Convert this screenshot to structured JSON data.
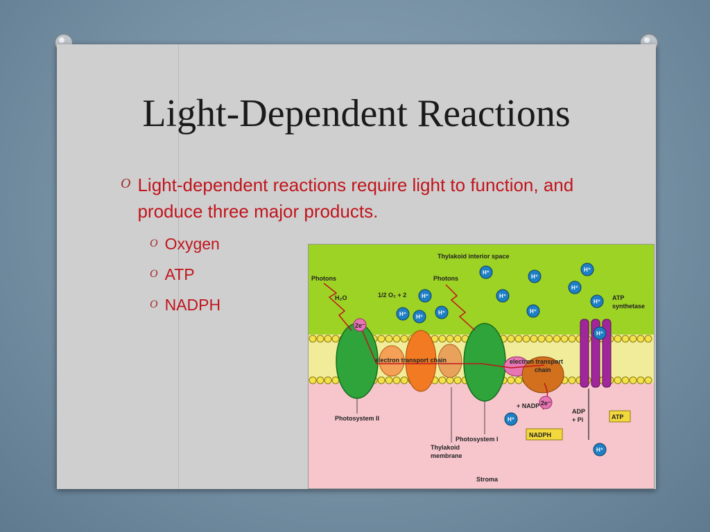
{
  "slide": {
    "title": "Light-Dependent Reactions",
    "bullets": [
      {
        "marker": "O",
        "text": "Light-dependent reactions require light to function, and produce three major products.",
        "sub": [
          {
            "marker": "O",
            "text": "Oxygen"
          },
          {
            "marker": "O",
            "text": "ATP"
          },
          {
            "marker": "O",
            "text": "NADPH"
          }
        ]
      }
    ]
  },
  "diagram": {
    "interior_label": "Thylakoid interior space",
    "photons_left": "Photons",
    "photons_right": "Photons",
    "h2o": "H₂O",
    "o2": "1/2 O₂ + 2",
    "hplus": "H⁺",
    "two_e": "2e⁻",
    "etc_left": "electron transport chain",
    "etc_right_1": "electron transport",
    "etc_right_2": "chain",
    "atp_synthetase_1": "ATP",
    "atp_synthetase_2": "synthetase",
    "nadp": "+ NADP",
    "adp": "ADP",
    "pi": "+ Pi",
    "atp": "ATP",
    "nadph": "NADPH",
    "ps2": "Photosystem II",
    "ps1": "Photosystem I",
    "membrane_1": "Thylakoid",
    "membrane_2": "membrane",
    "stroma": "Stroma",
    "colors": {
      "interior": "#9dd324",
      "stroma": "#f6c6cc",
      "ps_green": "#2ea43a",
      "orange": "#f27a22",
      "synthase": "#a0279b",
      "h_circle": "#1e7fc4",
      "atp_box": "#f2d83c",
      "text_red": "#c0141c"
    }
  }
}
